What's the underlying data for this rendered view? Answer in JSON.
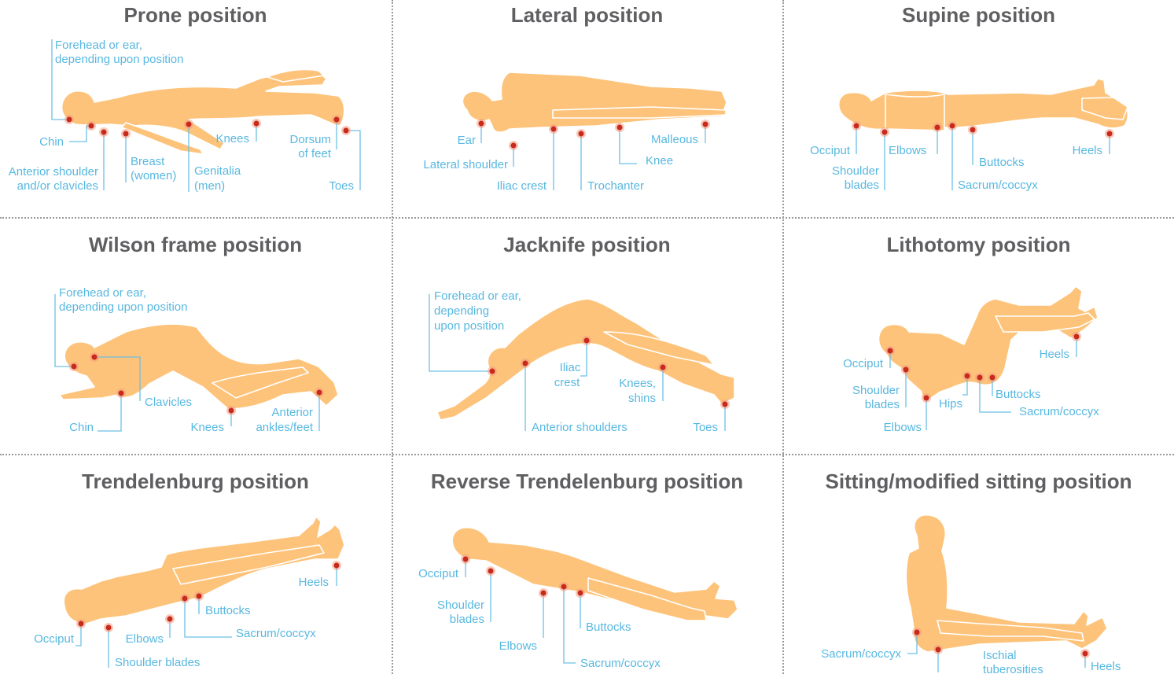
{
  "panels": [
    {
      "title": "Prone position",
      "labels": {
        "forehead_1": "Forehead or ear,",
        "forehead_2": "depending upon position",
        "chin": "Chin",
        "knees": "Knees",
        "dorsum_1": "Dorsum",
        "dorsum_2": "of feet",
        "anterior_1": "Anterior shoulder",
        "anterior_2": "and/or clavicles",
        "breast_1": "Breast",
        "breast_2": "(women)",
        "genitalia_1": "Genitalia",
        "genitalia_2": "(men)",
        "toes": "Toes"
      }
    },
    {
      "title": "Lateral position",
      "labels": {
        "ear": "Ear",
        "malleous": "Malleous",
        "knee": "Knee",
        "lateral_shoulder": "Lateral shoulder",
        "iliac_crest": "Iliac crest",
        "trochanter": "Trochanter"
      }
    },
    {
      "title": "Supine position",
      "labels": {
        "occiput": "Occiput",
        "elbows": "Elbows",
        "heels": "Heels",
        "shoulder_1": "Shoulder",
        "shoulder_2": "blades",
        "buttocks": "Buttocks",
        "sacrum": "Sacrum/coccyx"
      }
    },
    {
      "title": "Wilson frame position",
      "labels": {
        "forehead_1": "Forehead or ear,",
        "forehead_2": "depending upon position",
        "clavicles": "Clavicles",
        "chin": "Chin",
        "knees": "Knees",
        "anterior_1": "Anterior",
        "anterior_2": "ankles/feet"
      }
    },
    {
      "title": "Jacknife position",
      "labels": {
        "forehead_1": "Forehead or ear,",
        "forehead_2": "depending",
        "forehead_3": "upon position",
        "iliac_1": "Iliac",
        "iliac_2": "crest",
        "knees_1": "Knees,",
        "knees_2": "shins",
        "anterior_shoulders": "Anterior shoulders",
        "toes": "Toes"
      }
    },
    {
      "title": "Lithotomy position",
      "labels": {
        "occiput": "Occiput",
        "heels": "Heels",
        "shoulder_1": "Shoulder",
        "shoulder_2": "blades",
        "buttocks": "Buttocks",
        "hips": "Hips",
        "sacrum": "Sacrum/coccyx",
        "elbows": "Elbows"
      }
    },
    {
      "title": "Trendelenburg position",
      "labels": {
        "heels": "Heels",
        "buttocks": "Buttocks",
        "occiput": "Occiput",
        "elbows": "Elbows",
        "sacrum": "Sacrum/coccyx",
        "shoulder_blades": "Shoulder blades"
      }
    },
    {
      "title": "Reverse Trendelenburg position",
      "labels": {
        "occiput": "Occiput",
        "shoulder_1": "Shoulder",
        "shoulder_2": "blades",
        "buttocks": "Buttocks",
        "elbows": "Elbows",
        "sacrum": "Sacrum/coccyx"
      }
    },
    {
      "title": "Sitting/modified sitting position",
      "labels": {
        "sacrum": "Sacrum/coccyx",
        "ischial_1": "Ischial",
        "ischial_2": "tuberosities",
        "heels": "Heels"
      }
    }
  ],
  "colors": {
    "body": "#fdc37a",
    "pressure_point": "#c82a1c",
    "label": "#58b8e0",
    "title": "#5f5f62",
    "divider": "#9a9a9a"
  }
}
